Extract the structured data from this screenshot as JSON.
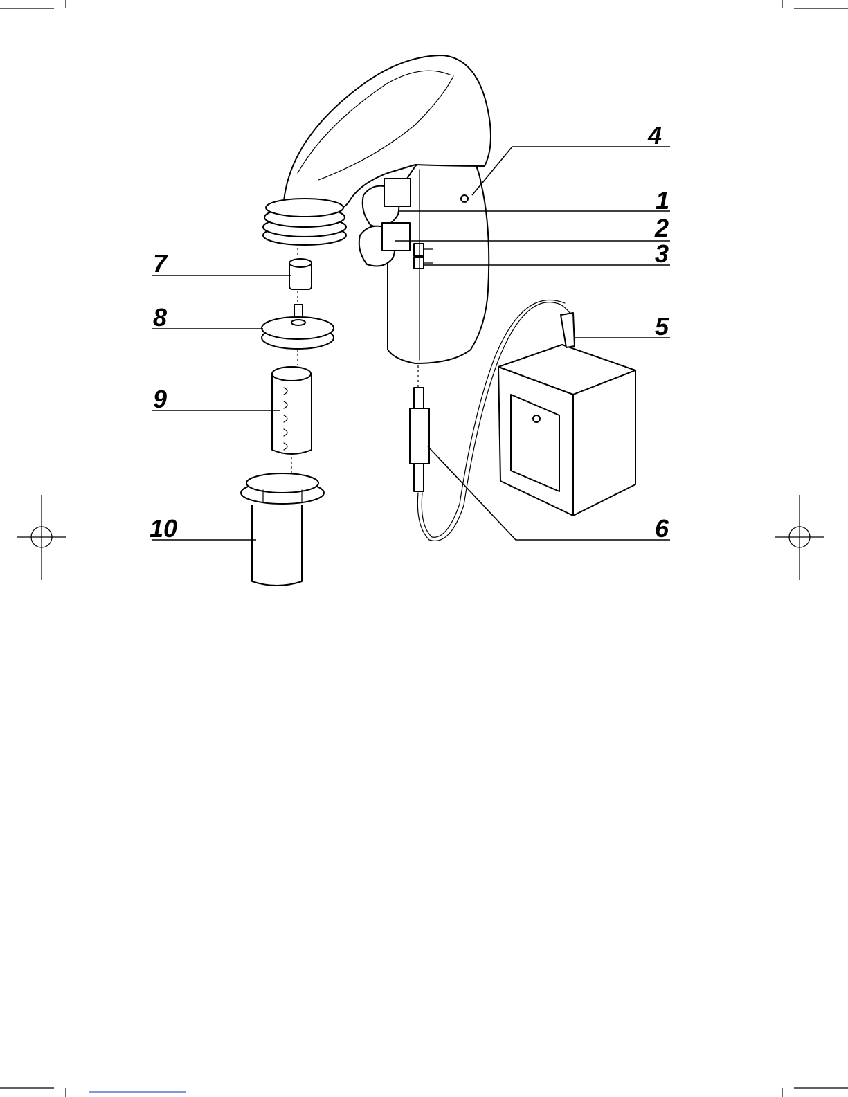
{
  "diagram": {
    "callouts": [
      {
        "id": "4",
        "label": "4"
      },
      {
        "id": "1",
        "label": "1"
      },
      {
        "id": "2",
        "label": "2"
      },
      {
        "id": "3",
        "label": "3"
      },
      {
        "id": "7",
        "label": "7"
      },
      {
        "id": "8",
        "label": "8"
      },
      {
        "id": "5",
        "label": "5"
      },
      {
        "id": "9",
        "label": "9"
      },
      {
        "id": "10",
        "label": "10"
      },
      {
        "id": "6",
        "label": "6"
      }
    ]
  },
  "colors": {
    "ink": "#000000",
    "paper": "#ffffff"
  }
}
